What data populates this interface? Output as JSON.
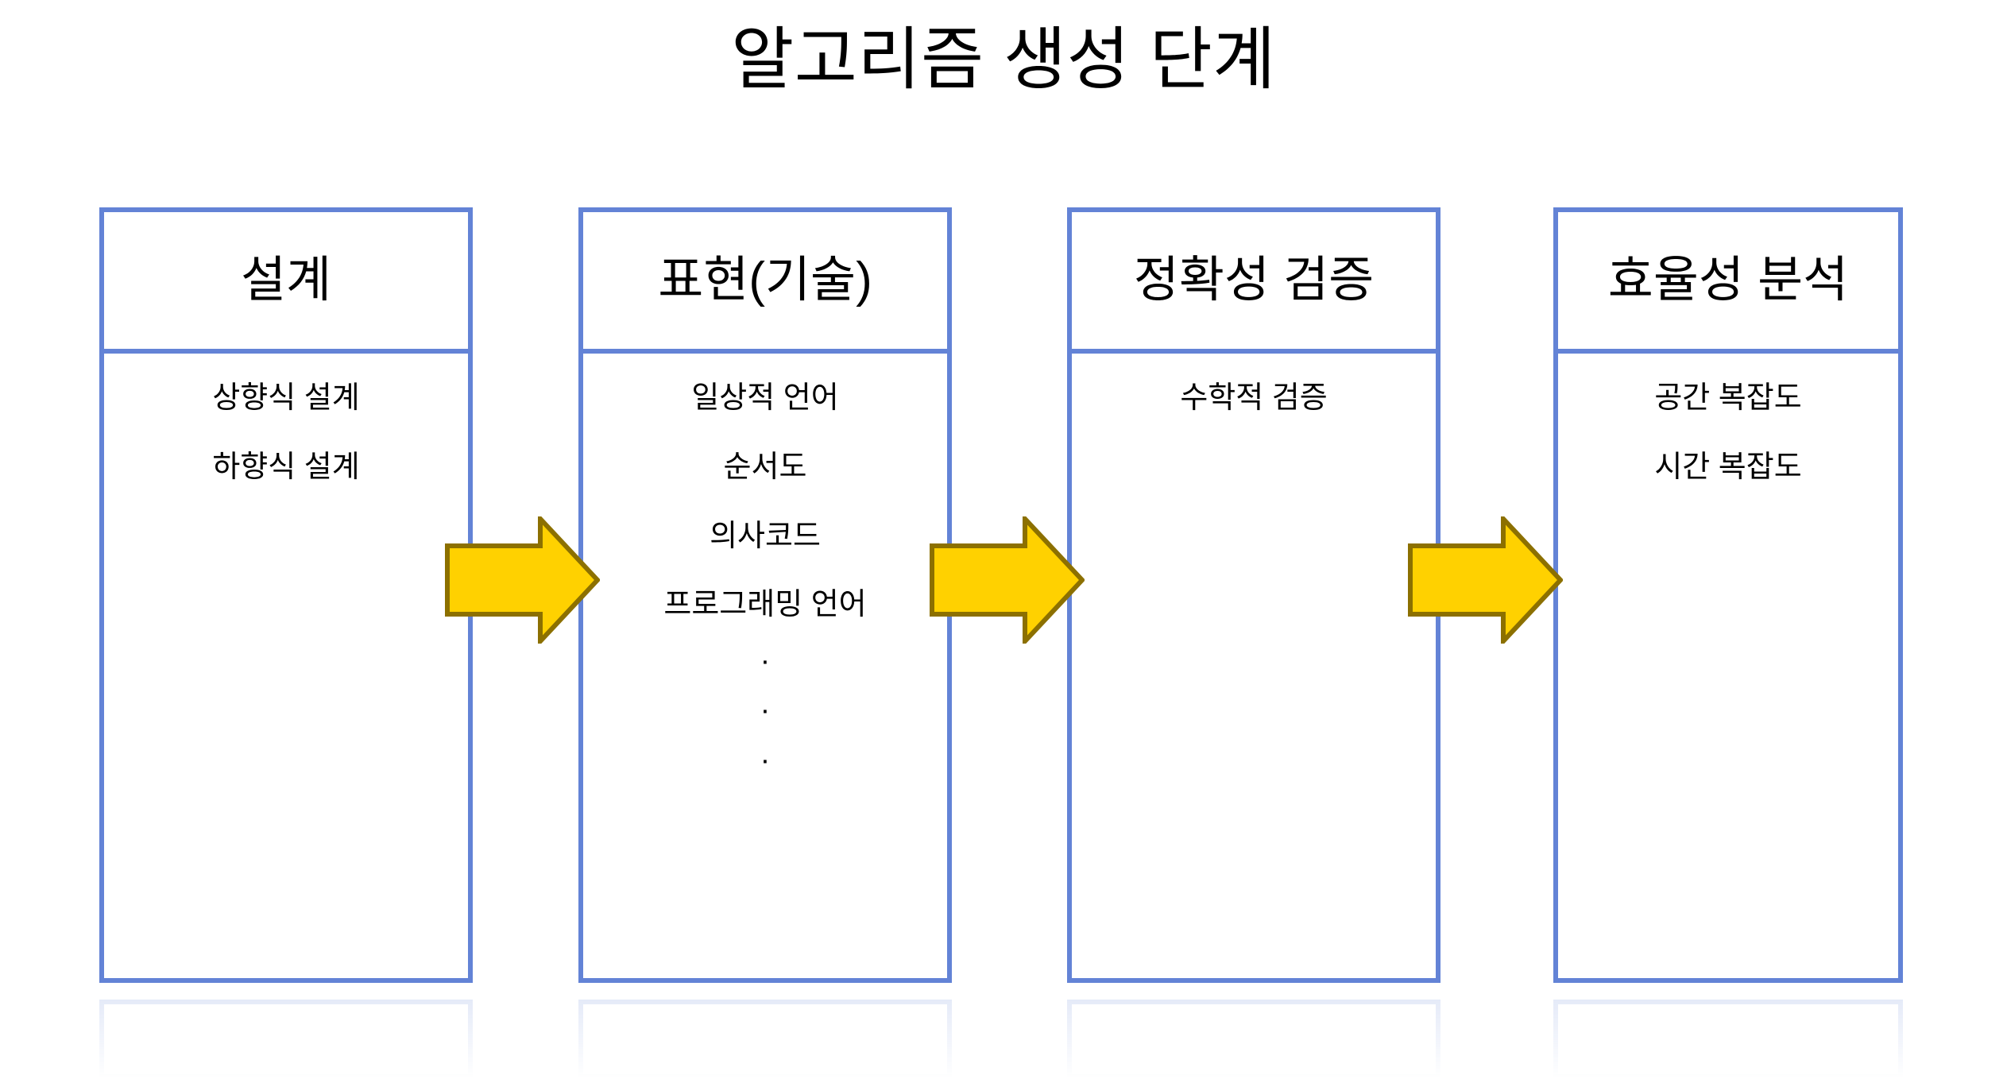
{
  "slide": {
    "title": "알고리즘 생성 단계",
    "background_color": "#FFFFFF"
  },
  "theme": {
    "box_border_color": "#6383D6",
    "box_fill_color": "#FFFFFF",
    "text_color": "#000000",
    "arrow_fill_color": "#FFD100",
    "arrow_outline_color": "#8C7000"
  },
  "stages": [
    {
      "id": "design",
      "header": "설계",
      "items": [
        "상향식 설계",
        "하향식 설계"
      ],
      "has_ellipsis": false
    },
    {
      "id": "representation",
      "header": "표현(기술)",
      "items": [
        "일상적 언어",
        "순서도",
        "의사코드",
        "프로그래밍 언어"
      ],
      "has_ellipsis": true,
      "ellipsis_dots": [
        "·",
        "·",
        "·"
      ]
    },
    {
      "id": "correctness-verification",
      "header": "정확성 검증",
      "items": [
        "수학적 검증"
      ],
      "has_ellipsis": false
    },
    {
      "id": "efficiency-analysis",
      "header": "효율성 분석",
      "items": [
        "공간 복잡도",
        "시간 복잡도"
      ],
      "has_ellipsis": false
    }
  ],
  "arrows": [
    {
      "id": "arrow-design-to-representation",
      "direction": "right"
    },
    {
      "id": "arrow-representation-to-verification",
      "direction": "right"
    },
    {
      "id": "arrow-verification-to-analysis",
      "direction": "right"
    }
  ]
}
